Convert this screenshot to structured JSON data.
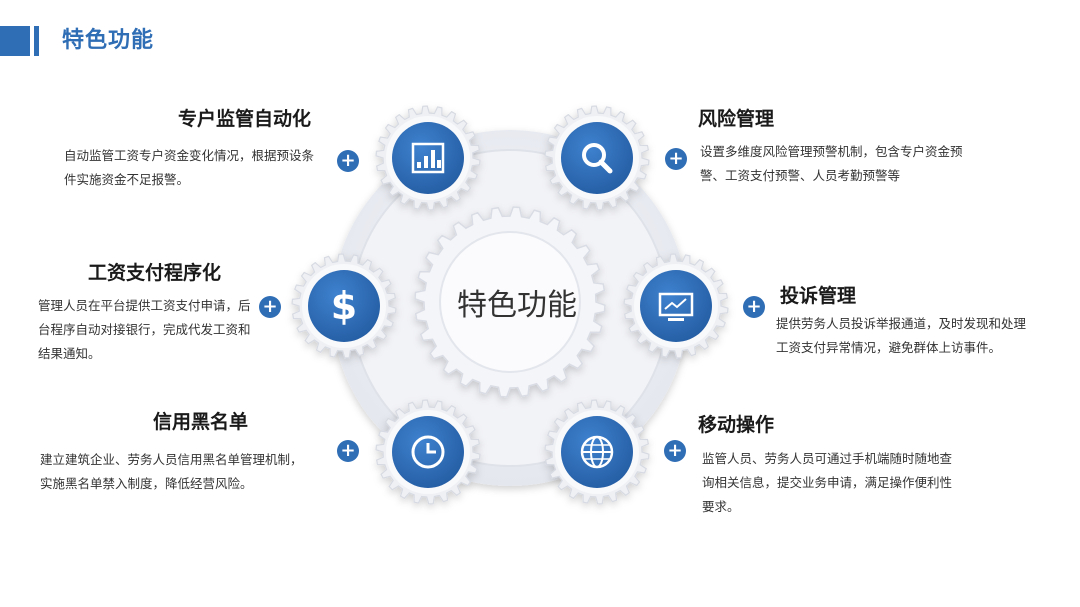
{
  "header": {
    "title": "特色功能"
  },
  "center": {
    "label": "特色功能"
  },
  "colors": {
    "accent": "#2f6db5",
    "gear": "#eef0f4"
  },
  "features": [
    {
      "title": "专户监管自动化",
      "desc": "自动监管工资专户资金变化情况，根据预设条件实施资金不足报警。",
      "icon": "bar-chart-icon"
    },
    {
      "title": "风险管理",
      "desc": "设置多维度风险管理预警机制，包含专户资金预警、工资支付预警、人员考勤预警等",
      "icon": "magnifier-icon"
    },
    {
      "title": "工资支付程序化",
      "desc": "管理人员在平台提供工资支付申请，后台程序自动对接银行，完成代发工资和结果通知。",
      "icon": "dollar-icon"
    },
    {
      "title": "投诉管理",
      "desc": "提供劳务人员投诉举报通道，及时发现和处理工资支付异常情况，避免群体上访事件。",
      "icon": "monitor-icon"
    },
    {
      "title": "信用黑名单",
      "desc": "建立建筑企业、劳务人员信用黑名单管理机制，实施黑名单禁入制度，降低经营风险。",
      "icon": "clock-icon"
    },
    {
      "title": "移动操作",
      "desc": "监管人员、劳务人员可通过手机端随时随地查询相关信息，提交业务申请，满足操作便利性要求。",
      "icon": "globe-icon"
    }
  ]
}
